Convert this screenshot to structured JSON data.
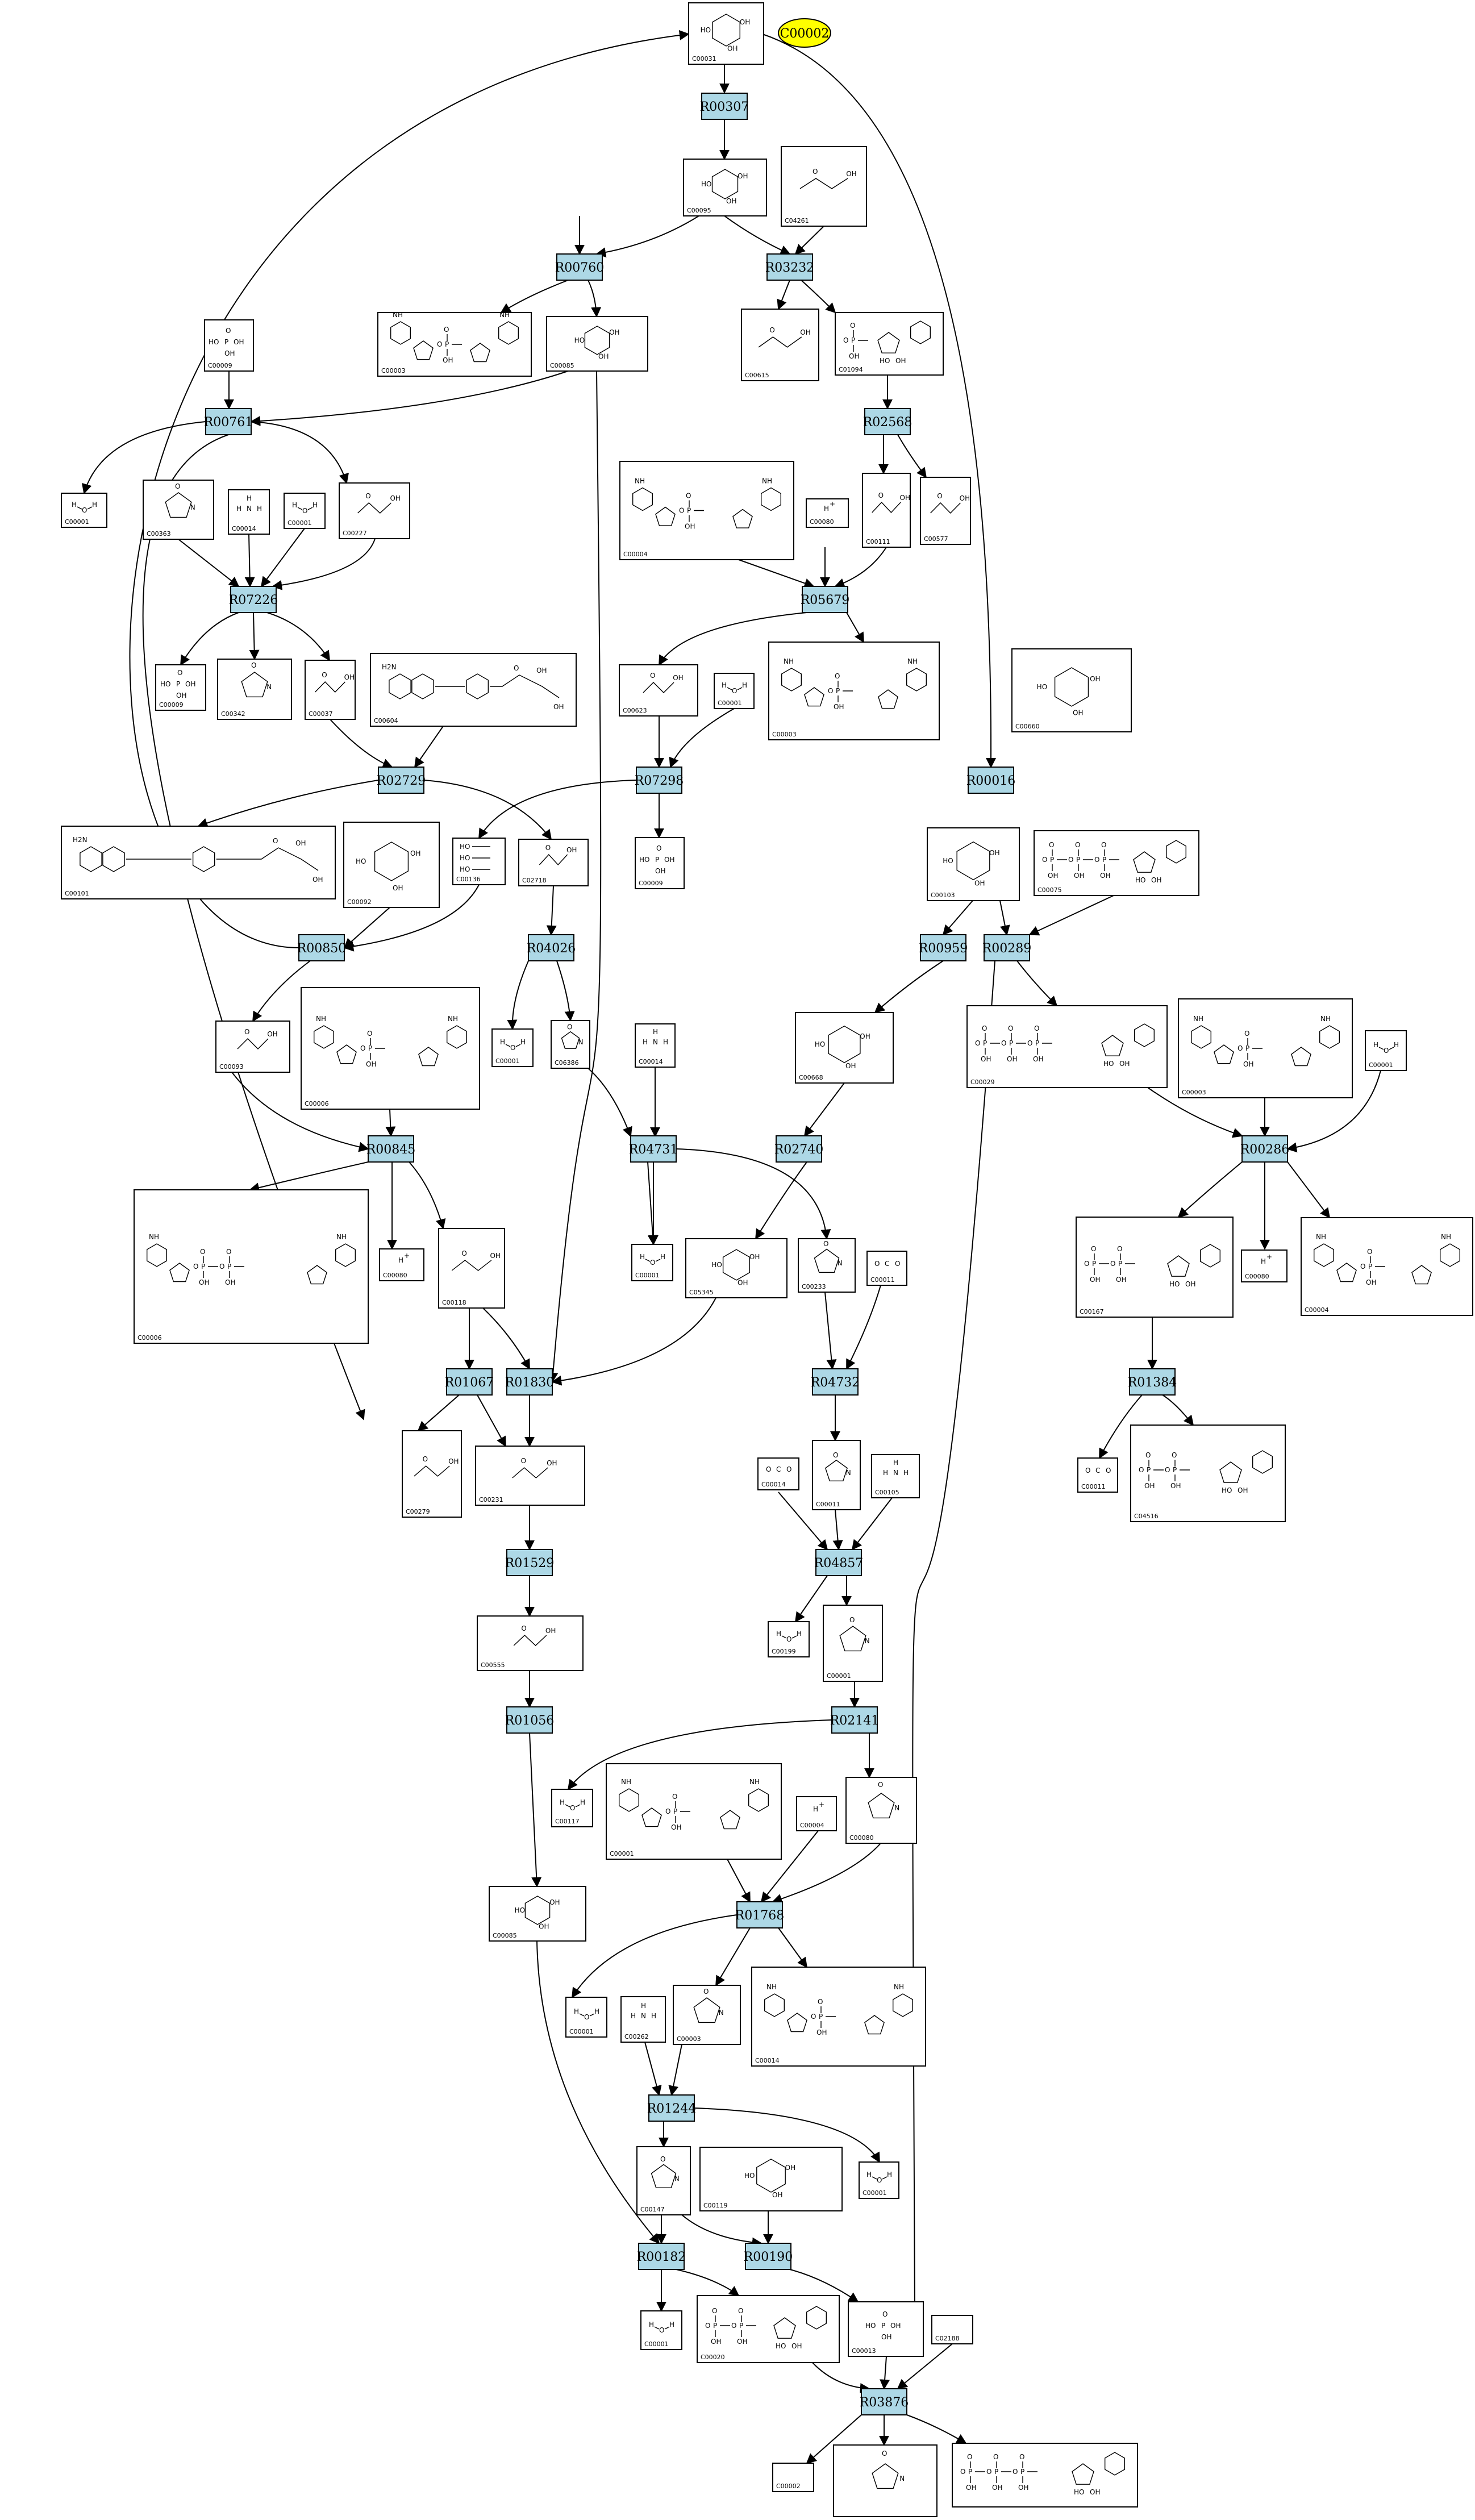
{
  "highlight_label": "C00002",
  "reactions": [
    {
      "id": "R00307"
    },
    {
      "id": "R00760"
    },
    {
      "id": "R03232"
    },
    {
      "id": "R00761"
    },
    {
      "id": "R02568"
    },
    {
      "id": "R07226"
    },
    {
      "id": "R05679"
    },
    {
      "id": "R02729"
    },
    {
      "id": "R07298"
    },
    {
      "id": "R00016"
    },
    {
      "id": "R00850"
    },
    {
      "id": "R04026"
    },
    {
      "id": "R00959"
    },
    {
      "id": "R00289"
    },
    {
      "id": "R00845"
    },
    {
      "id": "R04731"
    },
    {
      "id": "R02740"
    },
    {
      "id": "R00286"
    },
    {
      "id": "R01067"
    },
    {
      "id": "R01830"
    },
    {
      "id": "R04732"
    },
    {
      "id": "R01384"
    },
    {
      "id": "R04857"
    },
    {
      "id": "R01529"
    },
    {
      "id": "R01056"
    },
    {
      "id": "R02141"
    },
    {
      "id": "R01768"
    },
    {
      "id": "R01244"
    },
    {
      "id": "R00182"
    },
    {
      "id": "R00190"
    },
    {
      "id": "R03876"
    }
  ],
  "compounds": [
    {
      "id": "C00031"
    },
    {
      "id": "C00002"
    },
    {
      "id": "C00095"
    },
    {
      "id": "C04261"
    },
    {
      "id": "C00009"
    },
    {
      "id": "C00003"
    },
    {
      "id": "C00085"
    },
    {
      "id": "C00615"
    },
    {
      "id": "C01094"
    },
    {
      "id": "C00001"
    },
    {
      "id": "C00363"
    },
    {
      "id": "C00014"
    },
    {
      "id": "C00001"
    },
    {
      "id": "C00227"
    },
    {
      "id": "C00004"
    },
    {
      "id": "C00080"
    },
    {
      "id": "C00111"
    },
    {
      "id": "C00577"
    },
    {
      "id": "C00009"
    },
    {
      "id": "C00342"
    },
    {
      "id": "C00037"
    },
    {
      "id": "C00604"
    },
    {
      "id": "C00623"
    },
    {
      "id": "C00001"
    },
    {
      "id": "C00003"
    },
    {
      "id": "C00660"
    },
    {
      "id": "C00101"
    },
    {
      "id": "C00092"
    },
    {
      "id": "C00136"
    },
    {
      "id": "C02718"
    },
    {
      "id": "C00009"
    },
    {
      "id": "C00103"
    },
    {
      "id": "C00075"
    },
    {
      "id": "C00093"
    },
    {
      "id": "C00006"
    },
    {
      "id": "C00001"
    },
    {
      "id": "C06386"
    },
    {
      "id": "C00014"
    },
    {
      "id": "C00668"
    },
    {
      "id": "C00029"
    },
    {
      "id": "C00003"
    },
    {
      "id": "C00001"
    },
    {
      "id": "C00006"
    },
    {
      "id": "C00080"
    },
    {
      "id": "C00118"
    },
    {
      "id": "C00001"
    },
    {
      "id": "C05345"
    },
    {
      "id": "C00233"
    },
    {
      "id": "C00011"
    },
    {
      "id": "C00167"
    },
    {
      "id": "C00080"
    },
    {
      "id": "C00004"
    },
    {
      "id": "C00279"
    },
    {
      "id": "C00231"
    },
    {
      "id": "C00011"
    },
    {
      "id": "C04516"
    },
    {
      "id": "C00014"
    },
    {
      "id": "C00011"
    },
    {
      "id": "C00105"
    },
    {
      "id": "C00199"
    },
    {
      "id": "C00001"
    },
    {
      "id": "C00555"
    },
    {
      "id": "C00117"
    },
    {
      "id": "C00001"
    },
    {
      "id": "C00004"
    },
    {
      "id": "C00080"
    },
    {
      "id": "C00085"
    },
    {
      "id": "C00001"
    },
    {
      "id": "C00262"
    },
    {
      "id": "C00003"
    },
    {
      "id": "C00014"
    },
    {
      "id": "C00001"
    },
    {
      "id": "C00147"
    },
    {
      "id": "C00119"
    },
    {
      "id": "C00001"
    },
    {
      "id": "C00020"
    },
    {
      "id": "C00013"
    },
    {
      "id": "C02188"
    },
    {
      "id": "C00002"
    }
  ]
}
